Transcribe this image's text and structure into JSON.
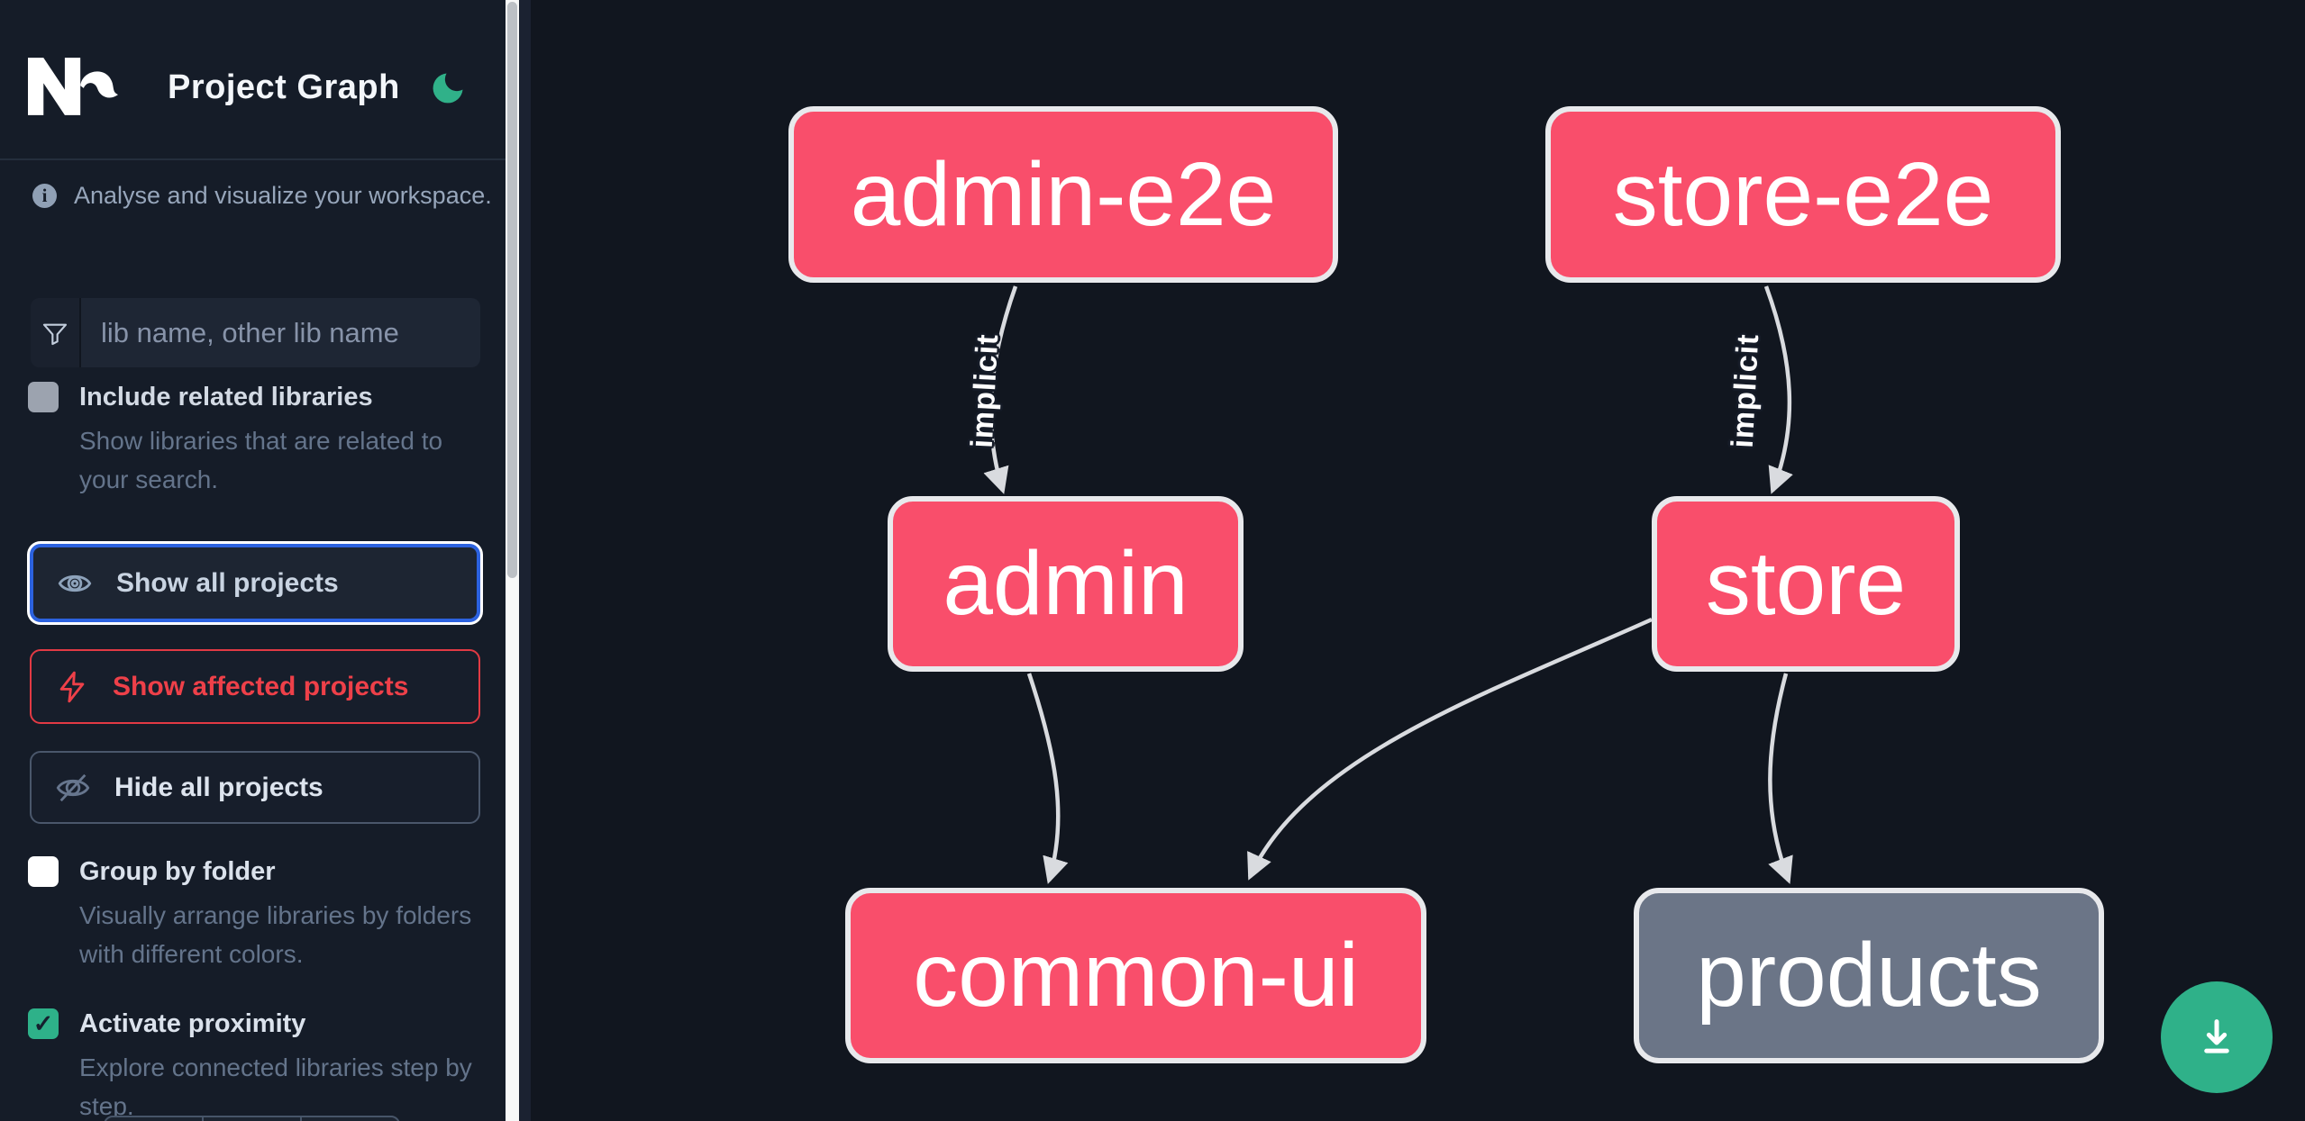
{
  "app": {
    "title": "Project Graph",
    "info_text": "Analyse and visualize your workspace."
  },
  "sidebar": {
    "search": {
      "placeholder": "lib name, other lib name",
      "value": ""
    },
    "toggles": [
      {
        "label": "Include related libraries",
        "description": "Show libraries that are related to your search.",
        "checked": false,
        "state": "disabled"
      },
      {
        "label": "Group by folder",
        "description": "Visually arrange libraries by folders with different colors.",
        "checked": false,
        "state": "enabled"
      },
      {
        "label": "Activate proximity",
        "description": "Explore connected libraries step by step.",
        "checked": true,
        "state": "enabled",
        "checkmark": "✓"
      }
    ],
    "buttons": [
      {
        "label": "Show all projects",
        "icon": "eye-icon",
        "state": "focused"
      },
      {
        "label": "Show affected projects",
        "icon": "bolt-icon",
        "state": "normal"
      },
      {
        "label": "Hide all projects",
        "icon": "eye-off-icon",
        "state": "normal"
      }
    ]
  },
  "graph": {
    "nodes": [
      {
        "id": "admin-e2e",
        "label": "admin-e2e",
        "type": "app"
      },
      {
        "id": "store-e2e",
        "label": "store-e2e",
        "type": "app"
      },
      {
        "id": "admin",
        "label": "admin",
        "type": "app"
      },
      {
        "id": "store",
        "label": "store",
        "type": "app"
      },
      {
        "id": "common-ui",
        "label": "common-ui",
        "type": "lib"
      },
      {
        "id": "products",
        "label": "products",
        "type": "lib-muted"
      }
    ],
    "edges": [
      {
        "source": "admin-e2e",
        "target": "admin",
        "label": "implicit"
      },
      {
        "source": "store-e2e",
        "target": "store",
        "label": "implicit"
      },
      {
        "source": "admin",
        "target": "common-ui",
        "label": ""
      },
      {
        "source": "store",
        "target": "common-ui",
        "label": ""
      },
      {
        "source": "store",
        "target": "products",
        "label": ""
      }
    ]
  },
  "icons": {
    "logo": "nx-logo",
    "theme": "moon-icon",
    "info": "info-icon",
    "search": "filter-funnel-icon",
    "download": "download-icon"
  },
  "colors": {
    "node_pink": "#f94e6b",
    "node_gray": "#6b7587",
    "node_border": "#e8e9ec",
    "edge": "#d9dbdf",
    "focus_blue": "#2c62df",
    "affected_red": "#ee4049",
    "accent_green": "#2eb189",
    "sidebar_bg": "#151c28",
    "canvas_bg": "#11161f"
  }
}
